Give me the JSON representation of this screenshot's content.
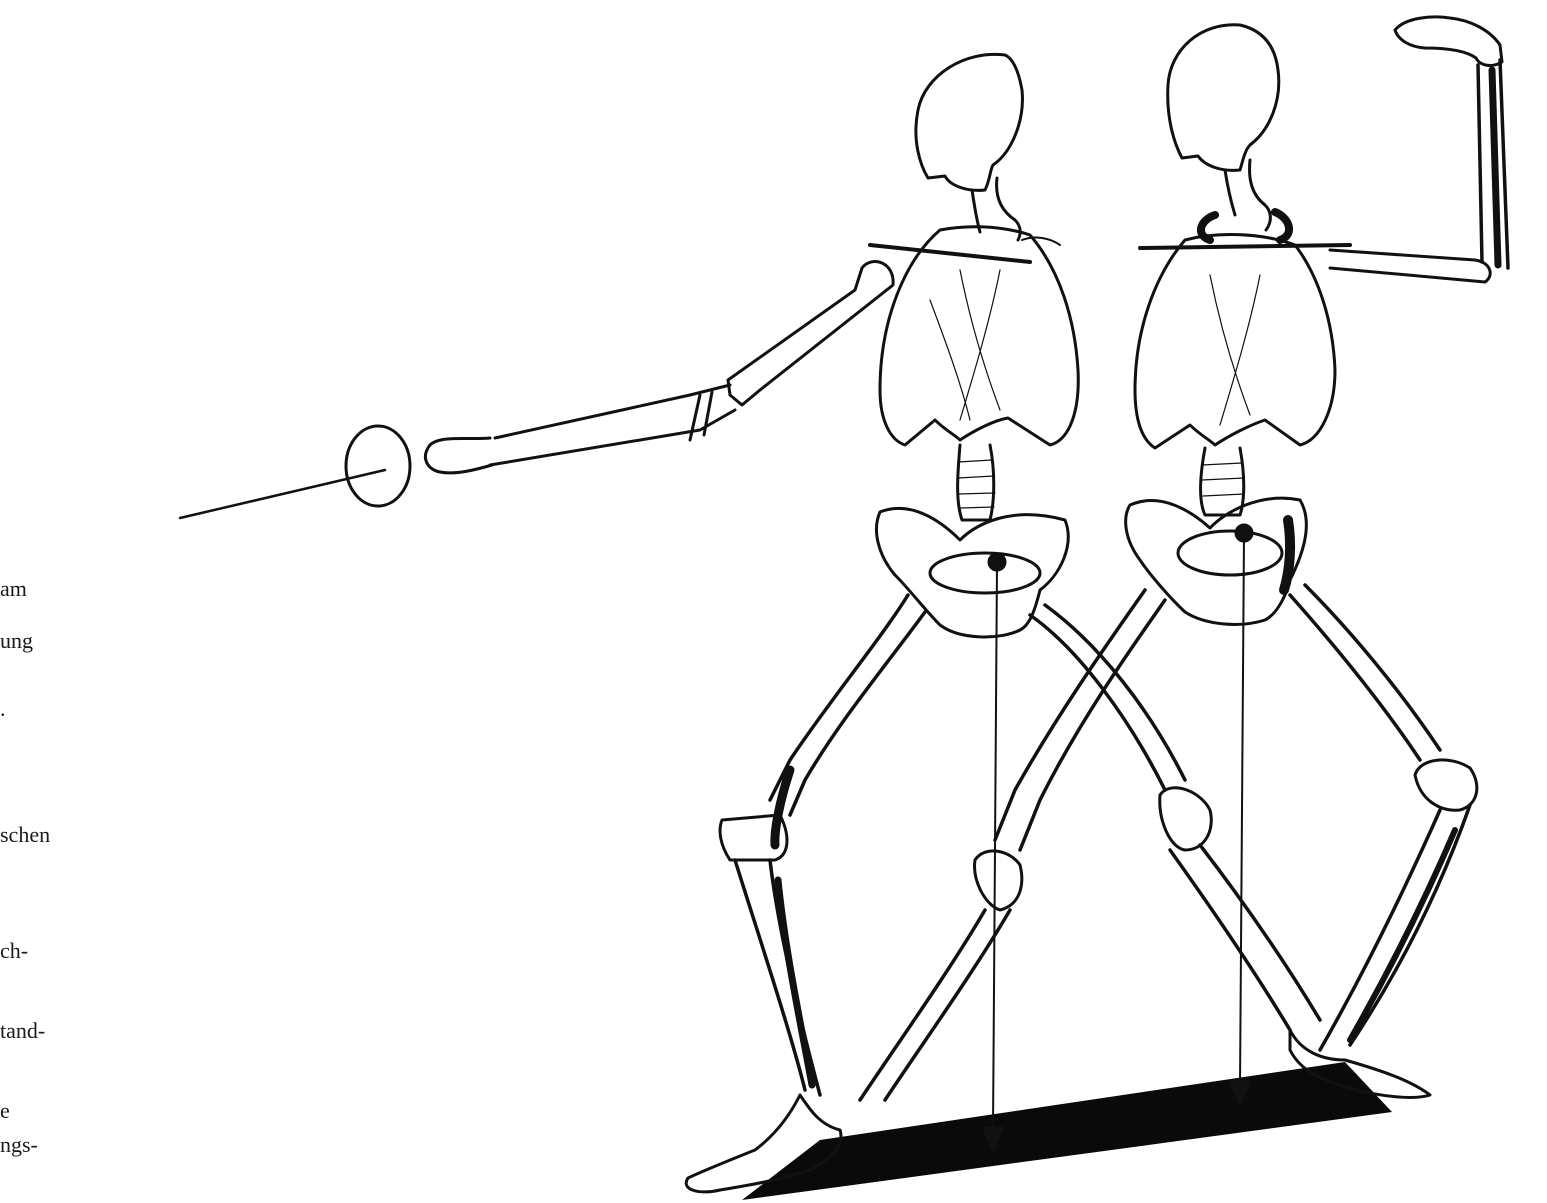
{
  "text_fragments": [
    "am",
    "ung",
    ".",
    "schen",
    "ch-",
    "tand-",
    "e",
    "ngs-"
  ],
  "colors": {
    "ink": "#111111",
    "shadow": "#0a0a0a",
    "paper": "#ffffff",
    "text": "#1a1a1a"
  }
}
